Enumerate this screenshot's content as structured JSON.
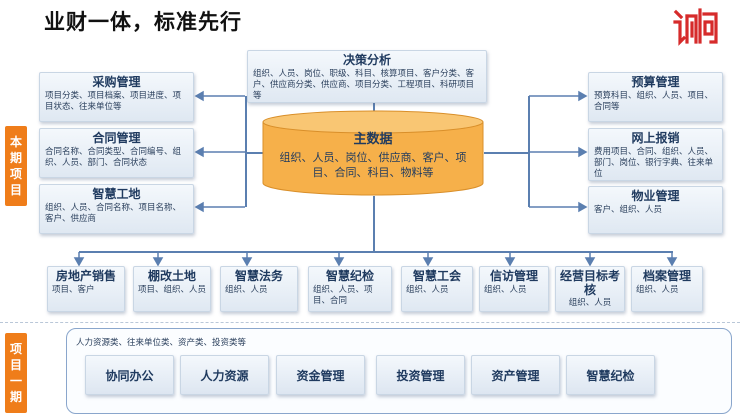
{
  "page": {
    "title": "业财一体，标准先行"
  },
  "labels": {
    "current": [
      "本",
      "期",
      "项",
      "目"
    ],
    "phase1": [
      "项",
      "目",
      "一",
      "期"
    ]
  },
  "core": {
    "title": "主数据",
    "text": "组织、人员、岗位、供应商、客户、项目、合同、科目、物料等"
  },
  "top": {
    "title": "决策分析",
    "desc": "组织、人员、岗位、职级、科目、核算项目、客户分类、客户、供应商分类、供应商、项目分类、工程项目、科研项目等"
  },
  "left": [
    {
      "title": "采购管理",
      "desc": "项目分类、项目档案、项目进度、项目状态、往来单位等"
    },
    {
      "title": "合同管理",
      "desc": "合同名称、合同类型、合同编号、组织、人员、部门、合同状态"
    },
    {
      "title": "智慧工地",
      "desc": "组织、人员、合同名称、项目名称、客户、供应商"
    }
  ],
  "right": [
    {
      "title": "预算管理",
      "desc": "预算科目、组织、人员、项目、合同等"
    },
    {
      "title": "网上报销",
      "desc": "费用项目、合同、组织、人员、部门、岗位、银行字典、往来单位"
    },
    {
      "title": "物业管理",
      "desc": "客户、组织、人员"
    }
  ],
  "row": [
    {
      "title": "房地产销售",
      "desc": "项目、客户"
    },
    {
      "title": "棚改土地",
      "desc": "项目、组织、人员"
    },
    {
      "title": "智慧法务",
      "desc": "组织、人员"
    },
    {
      "title": "智慧纪检",
      "desc": "组织、人员、项目、合同"
    },
    {
      "title": "智慧工会",
      "desc": "组织、人员"
    },
    {
      "title": "信访管理",
      "desc": "组织、人员"
    },
    {
      "title": "经营目标考核",
      "desc": "组织、人员"
    },
    {
      "title": "档案管理",
      "desc": "组织、人员"
    }
  ],
  "phase": {
    "note": "人力资源类、往来单位类、资产类、投资类等",
    "items": [
      "协同办公",
      "人力资源",
      "资金管理",
      "投资管理",
      "资产管理",
      "智慧纪检"
    ]
  },
  "colors": {
    "accent": "#ef7d1a",
    "core_fill": "#f6b04a",
    "line": "#5b7fb0",
    "logo": "#d62b2b"
  }
}
